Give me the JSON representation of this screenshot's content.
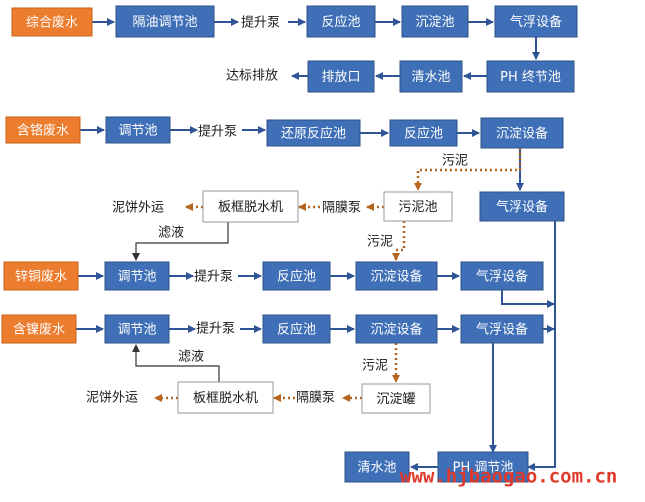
{
  "nodes": {
    "zonghe_feishui": "综合废水",
    "geyou_tiaojiechi": "隔油调节池",
    "fanyingchi_1": "反应池",
    "chendianchi_1": "沉淀池",
    "qifu_shebei_1": "气浮设备",
    "ph_zhongjiechi": "PH 终节池",
    "qingshuichi_1": "清水池",
    "paifangkou": "排放口",
    "hange_feishui": "含铬废水",
    "tiaojiechi_2": "调节池",
    "huanyuan_fanyingchi": "还原反应池",
    "fanyingchi_2": "反应池",
    "chendian_shebei_2": "沉淀设备",
    "qifu_shebei_2": "气浮设备",
    "wunichi": "污泥池",
    "bankuang_1": "板框脱水机",
    "xintong_feishui": "锌铜废水",
    "tiaojiechi_3": "调节池",
    "fanyingchi_3": "反应池",
    "chendian_shebei_3": "沉淀设备",
    "qifu_shebei_3": "气浮设备",
    "hannie_feishui": "含镍废水",
    "tiaojiechi_4": "调节池",
    "fanyingchi_4": "反应池",
    "chendian_shebei_4": "沉淀设备",
    "qifu_shebei_4": "气浮设备",
    "chendianguan": "沉淀罐",
    "bankuang_2": "板框脱水机",
    "qingshuichi_2": "清水池",
    "ph_tiaojiechi": "PH 调节池"
  },
  "labels": {
    "tisheng_1": "提升泵",
    "dabiao_paifang": "达标排放",
    "tisheng_2": "提升泵",
    "wuni_1": "污泥",
    "gemo_1": "隔膜泵",
    "nibing_1": "泥饼外运",
    "lvye_1": "滤液",
    "wuni_2": "污泥",
    "tisheng_3": "提升泵",
    "tisheng_4": "提升泵",
    "lvye_2": "滤液",
    "wuni_3": "污泥",
    "gemo_2": "隔膜泵",
    "nibing_2": "泥饼外运"
  },
  "watermark": "www.hjbaogao.com.cn",
  "colors": {
    "process_fill": "#3f6fb6",
    "source_fill": "#ec7c2e",
    "sludge_fill": "#ffffff",
    "text_light": "#ffffff",
    "text_dark": "#1a1a1a",
    "water_line": "#2f5597",
    "sludge_line": "#b5651d",
    "return_line": "#333333",
    "watermark": "#e03a2a"
  }
}
